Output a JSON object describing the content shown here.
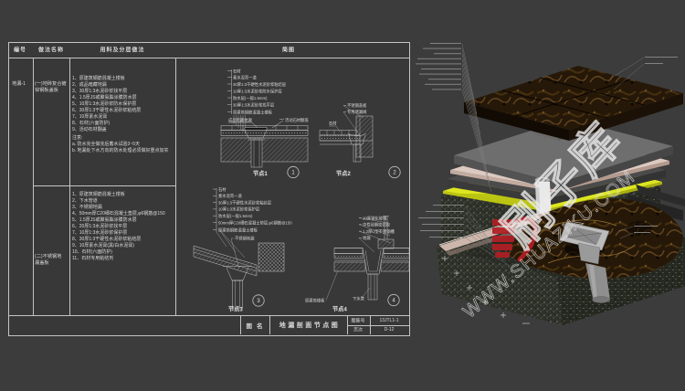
{
  "table": {
    "headers": {
      "no": "编号",
      "name": "做法名称",
      "layers": "用料及分层做法",
      "diagram": "简图"
    },
    "row_no": "地漏-1",
    "rows": [
      {
        "name_lines": [
          "(一)地砖复合镀",
          "锌钢板盖板"
        ],
        "layers": [
          "1、原建筑钢筋混凝土楼板",
          "2、成品暗藏地漏",
          "3、30厚1:3水泥砂浆找平层",
          "4、1.5厚JS或聚氨酯涂膜防水层",
          "5、10厚1:3水泥砂浆防水保护层",
          "6、30厚1:3干硬性水泥砂浆粘结层",
          "7、10厚素水泥膏",
          "8、石材(六面防护)",
          "9、活动石材翻盖"
        ],
        "notes": [
          "注意:",
          "a. 防水完全做完后蓄水试验3~5天",
          "b. 地漏处下水方向的防水处理必须做好重点加实"
        ]
      },
      {
        "name_lines": [
          "(二)不锈钢地",
          "漏盖板"
        ],
        "layers": [
          "1、原建筑钢筋混凝土楼板",
          "2、下水管道",
          "3、不锈钢地漏",
          "4、50mm厚C20细石混凝土垫层,φ6钢筋@150",
          "5、1.5厚JS或聚氨酯涂膜防水层",
          "6、20厚1:3水泥砂浆找平层",
          "7、10厚1:3水泥砂浆保护层",
          "8、30厚1:3干硬性水泥砂浆粘结层",
          "9、10厚素水泥膏(黑/白水泥膏)",
          "10、石材(六面防护)",
          "11、石材专用粘结剂"
        ]
      }
    ]
  },
  "details": {
    "node1": {
      "caption": "节点1",
      "badge": "1",
      "callouts": [
        "石材",
        "素水泥膏一道",
        "30厚1:3干硬性水泥砂浆粘结层",
        "10厚1:3水泥砂浆防水保护层",
        "防水层(一般1.5mm)",
        "30厚1:3水泥砂浆找平层",
        "原建筑钢筋混凝土楼板"
      ],
      "label_left": "成品暗藏地漏",
      "label_right": "活动石材翻盖"
    },
    "node2": {
      "caption": "节点2",
      "badge": "2",
      "callouts": [
        "不锈钢盖板",
        "专用堵漏阀",
        "石材"
      ]
    },
    "node3": {
      "caption": "节点3",
      "badge": "3",
      "callouts": [
        "石材",
        "素水泥膏一道",
        "30厚1:3干硬性水泥砂浆粘结层",
        "10厚1:3水泥砂浆保护层",
        "防水层(一般1.5mm)",
        "50mm厚C20细石混凝土垫层,φ6钢筋@150",
        "原建筑钢筋混凝土楼板"
      ],
      "label_drain": "不锈钢地漏"
    },
    "node4": {
      "caption": "节点4",
      "badge": "4",
      "callouts": [
        "10厚钢化玻璃",
        "中性硅酮密封胶",
        "1.2厚U型不锈钢槽",
        "地漏"
      ],
      "label_slab": "原建筑楼板",
      "label_pipe": "下水管"
    }
  },
  "titleblock": {
    "name_label": "图名",
    "drawing_title": "地漏剖面节点图",
    "atlas_label": "图集号",
    "atlas_value": "13JTL1-1",
    "page_label": "页次",
    "page_value": "D-12"
  },
  "watermark": {
    "brand": "刷子库",
    "site": "WWW.SHUAZIKU.COM"
  },
  "colors": {
    "background": "#3c3c3c",
    "line": "#c4c4c4",
    "watermark_red": "#b01f24",
    "waterproof_yellow": "#dde61f",
    "mortar_pink": "#dcc9c0",
    "marble_brown": "#261808"
  }
}
